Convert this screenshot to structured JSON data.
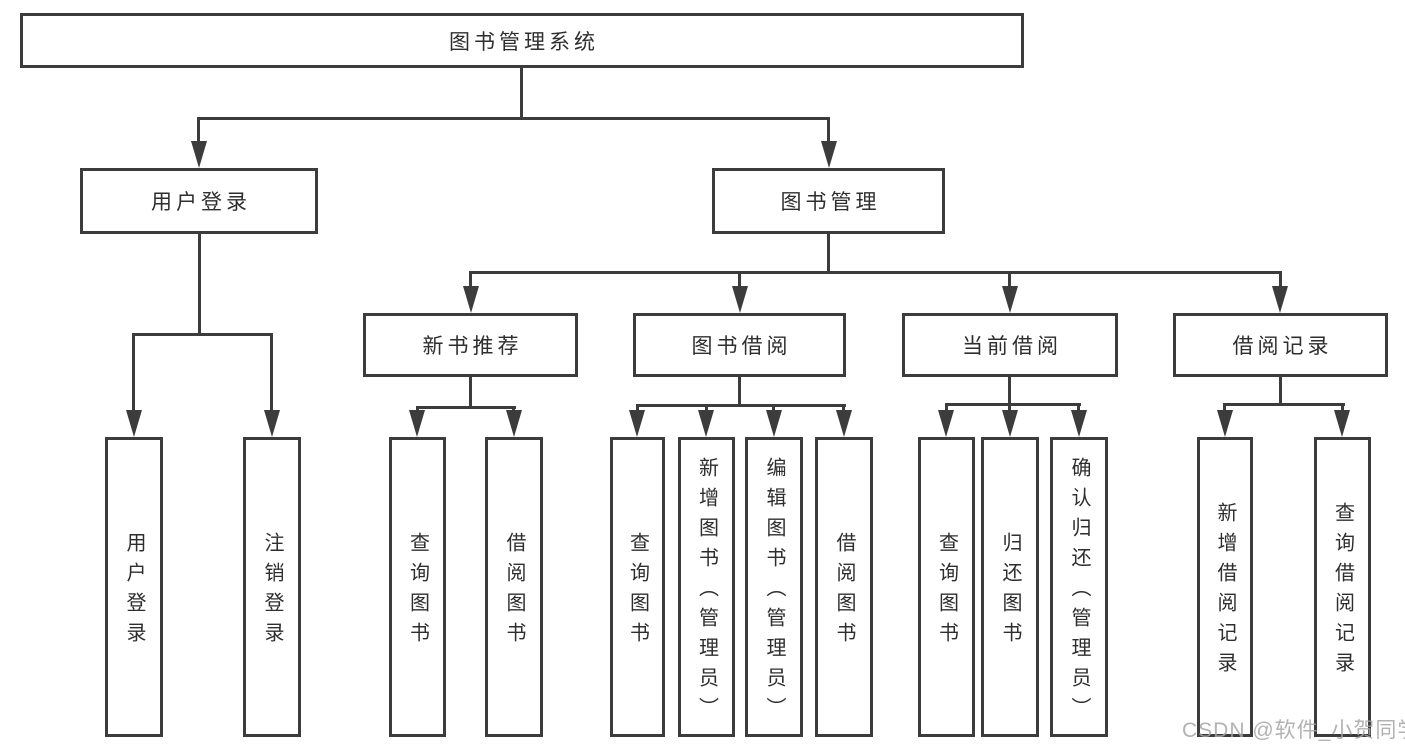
{
  "diagram": {
    "root": {
      "label": "图书管理系统"
    },
    "branches": [
      {
        "label": "用户登录",
        "children": [
          {
            "label": "用户登录"
          },
          {
            "label": "注销登录"
          }
        ]
      },
      {
        "label": "图书管理",
        "children": [
          {
            "label": "新书推荐",
            "children": [
              {
                "label": "查询图书"
              },
              {
                "label": "借阅图书"
              }
            ]
          },
          {
            "label": "图书借阅",
            "children": [
              {
                "label": "查询图书"
              },
              {
                "label": "新增图书（管理员）"
              },
              {
                "label": "编辑图书（管理员）"
              },
              {
                "label": "借阅图书"
              }
            ]
          },
          {
            "label": "当前借阅",
            "children": [
              {
                "label": "查询图书"
              },
              {
                "label": "归还图书"
              },
              {
                "label": "确认归还（管理员）"
              }
            ]
          },
          {
            "label": "借阅记录",
            "children": [
              {
                "label": "新增借阅记录"
              },
              {
                "label": "查询借阅记录"
              }
            ]
          }
        ]
      }
    ]
  },
  "watermark": {
    "text": "CSDN @软件_小贺同学"
  },
  "colors": {
    "line": "#3c3c3c",
    "text": "#2e2e2e",
    "watermark": "#a5a5a5",
    "background": "#ffffff"
  }
}
